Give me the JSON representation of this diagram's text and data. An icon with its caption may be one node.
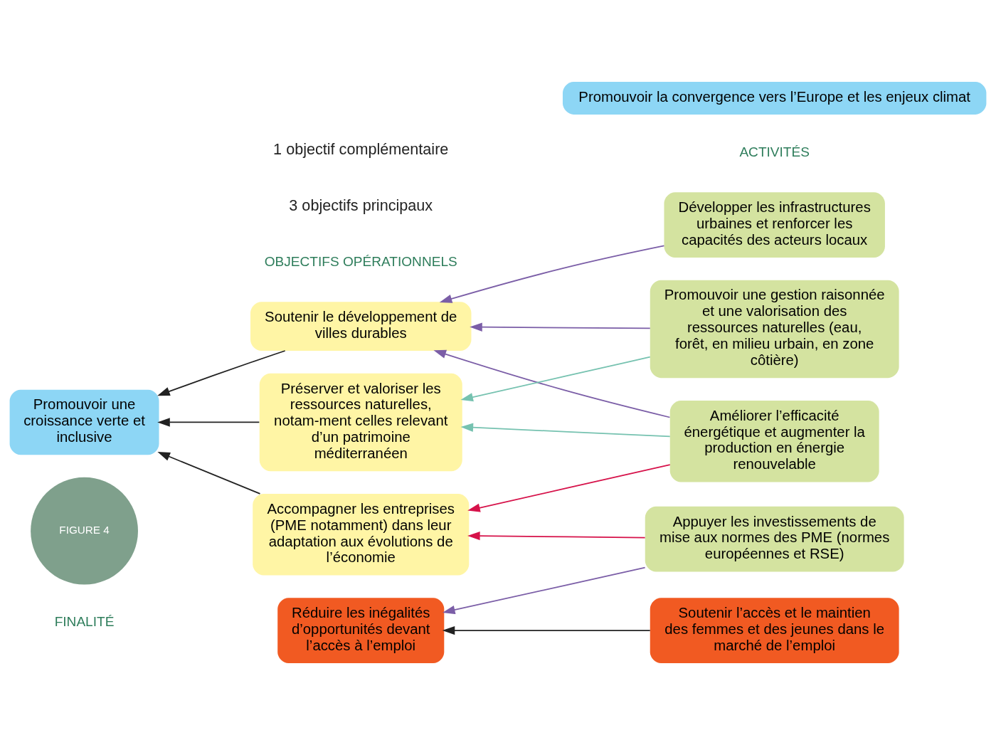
{
  "diagram": {
    "nodes": [
      {
        "text": [
          "FIGURE 4"
        ]
      },
      {
        "text": [
          "Promouvoir une croissance verte et inclusive"
        ]
      },
      {
        "text": [
          "Soutenir le développement de villes durables"
        ]
      },
      {
        "text": [
          "Accompagner les entreprises (PME notamment) dans leur adaptation aux évolutions de l’économie"
        ]
      },
      {
        "text": [
          "Préserver et valoriser les ressources naturelles, notam-ment celles relevant d’un patrimoine méditerranéen"
        ]
      },
      {
        "text": [
          "Réduire les inégalités d’opportunités devant l’accès à l’emploi"
        ]
      },
      {
        "text": [
          "Développer les infrastructures urbaines et renforcer les capacités des acteurs locaux"
        ]
      },
      {
        "text": [
          "Améliorer l’efficacité énergétique et augmenter la production en énergie renouvelable"
        ]
      },
      {
        "text": [
          "Appuyer les investissements de mise aux normes des PME (normes européennes et RSE)"
        ]
      },
      {
        "text": [
          "Promouvoir une gestion raisonnée et une valorisation des ressources naturelles (eau, forêt, en milieu urbain, en zone côtière)"
        ]
      },
      {
        "text": [
          "Soutenir l’accès et le maintien des femmes et des jeunes dans le marché de l’emploi"
        ]
      },
      {
        "text": [
          "Promouvoir la convergence vers l’Europe et les enjeux climat"
        ]
      }
    ],
    "edges": [
      {
        "from": 2,
        "to": 1,
        "arrow": "to"
      },
      {
        "from": 3,
        "to": 1,
        "arrow": "to"
      },
      {
        "from": 4,
        "to": 1,
        "arrow": "to"
      },
      {
        "from": 6,
        "to": 2,
        "arrow": "to",
        "color": "#7b5ea7"
      },
      {
        "from": 7,
        "to": 2,
        "arrow": "to",
        "color": "#7b5ea7"
      },
      {
        "from": 7,
        "to": 3,
        "arrow": "to",
        "color": "#d6124a"
      },
      {
        "from": 8,
        "to": 3,
        "arrow": "to",
        "color": "#d6124a"
      },
      {
        "from": 7,
        "to": 4,
        "arrow": "to",
        "color": "#76c2b0"
      },
      {
        "from": 9,
        "to": 4,
        "arrow": "to",
        "color": "#76c2b0"
      },
      {
        "from": 9,
        "to": 2,
        "arrow": "to",
        "color": "#7b5ea7"
      },
      {
        "from": 8,
        "to": 5,
        "arrow": "to",
        "color": "#7b5ea7"
      },
      {
        "from": 10,
        "to": 5,
        "arrow": "to"
      }
    ],
    "labels": [
      "FINALITÉ",
      "OBJECTIFS OPÉRATIONNELS",
      "ACTIVITÉS",
      "3 objectifs principaux",
      "1 objectif complémentaire"
    ]
  }
}
